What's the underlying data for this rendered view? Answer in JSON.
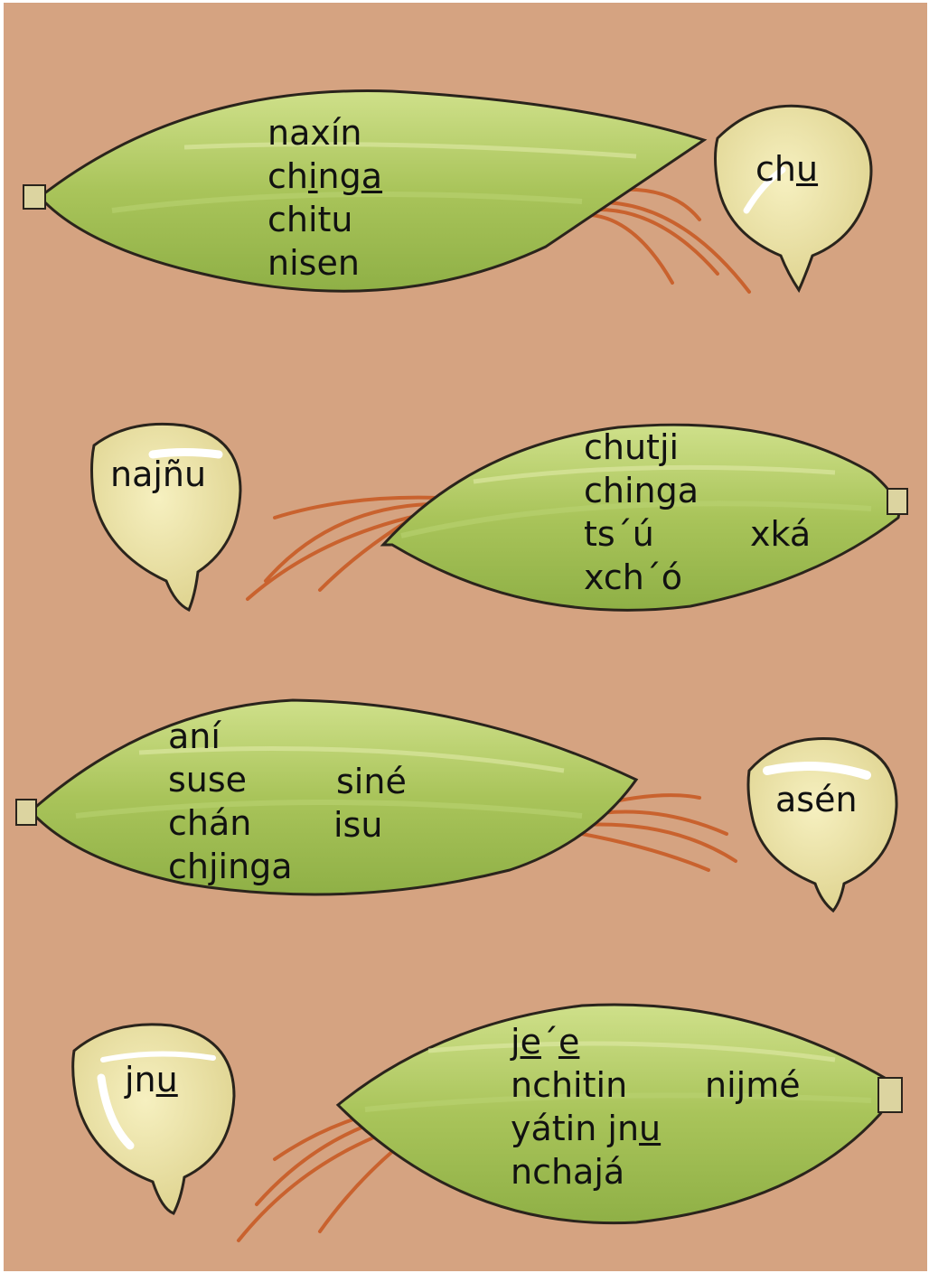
{
  "husks": [
    {
      "lines": [
        [
          {
            "t": "naxín"
          }
        ],
        [
          {
            "t": "ch"
          },
          {
            "t": "i",
            "u": true
          },
          {
            "t": "ng"
          },
          {
            "t": "a",
            "u": true
          }
        ],
        [
          {
            "t": "chitu"
          }
        ],
        [
          {
            "t": "nisen"
          }
        ]
      ]
    },
    {
      "lines": [
        [
          {
            "t": "chutji"
          }
        ],
        [
          {
            "t": "chinga"
          }
        ],
        [
          {
            "t": "ts´ú"
          }
        ],
        [
          {
            "t": "xch´ó"
          }
        ]
      ],
      "extra": [
        {
          "t": "xká"
        }
      ]
    },
    {
      "lines": [
        [
          {
            "t": "aní"
          }
        ],
        [
          {
            "t": "suse"
          }
        ],
        [
          {
            "t": "chán"
          }
        ],
        [
          {
            "t": "chjinga"
          }
        ]
      ],
      "extra": [
        {
          "t": "siné"
        },
        {
          "t": "isu"
        }
      ]
    },
    {
      "lines": [
        [
          {
            "t": "j"
          },
          {
            "t": "e",
            "u": true
          },
          {
            "t": "´"
          },
          {
            "t": "e",
            "u": true
          }
        ],
        [
          {
            "t": "nchitin"
          }
        ],
        [
          {
            "t": "yátin jn"
          },
          {
            "t": "u",
            "u": true
          }
        ],
        [
          {
            "t": "nchajá"
          }
        ]
      ],
      "extra": [
        {
          "t": "nijmé"
        }
      ]
    }
  ],
  "kernels": [
    [
      {
        "t": "ch"
      },
      {
        "t": "u",
        "u": true
      }
    ],
    [
      {
        "t": "najñu"
      }
    ],
    [
      {
        "t": "asén"
      }
    ],
    [
      {
        "t": "jn"
      },
      {
        "t": "u",
        "u": true
      }
    ]
  ],
  "colors": {
    "background": "#d5a381",
    "husk": "#a9c45a",
    "husk_light": "#cfe08a",
    "silk": "#c9622e",
    "kernel": "#ece4a2",
    "outline": "#2a241c"
  }
}
